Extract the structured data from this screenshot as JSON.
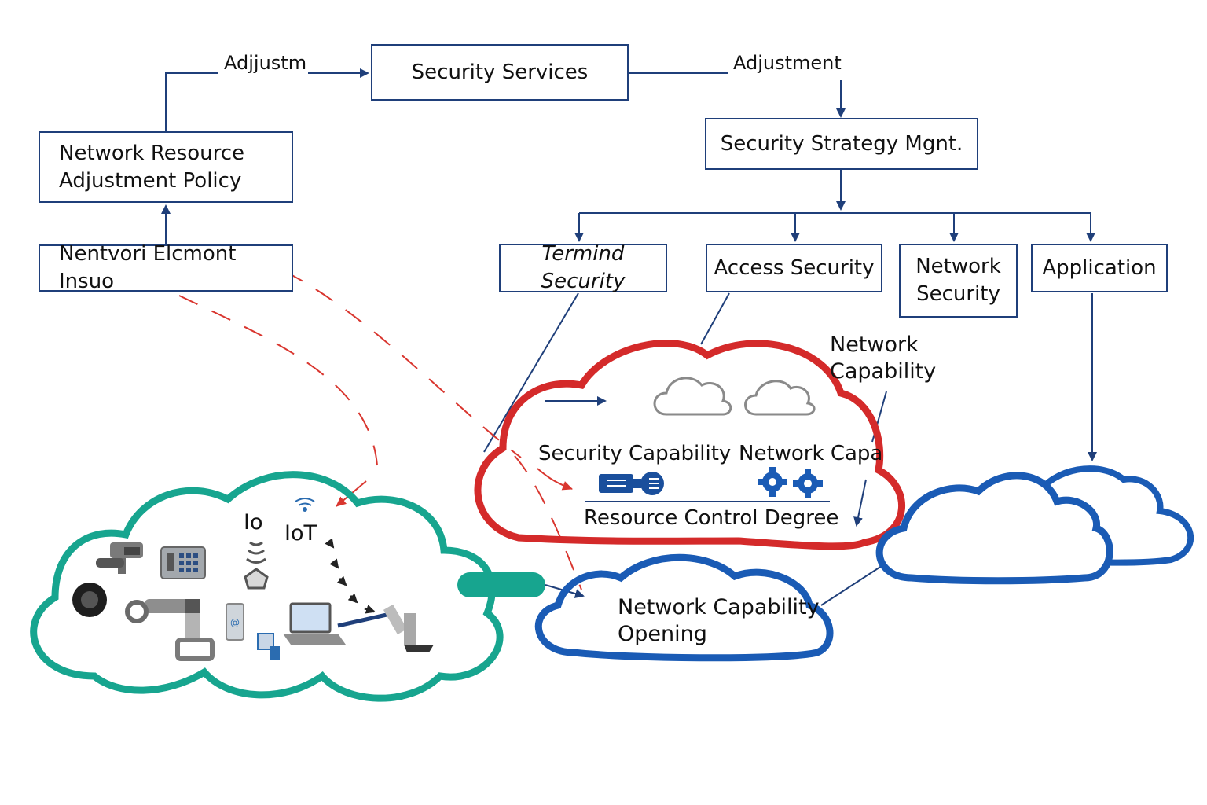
{
  "labels": {
    "adjust_left": "Adjjustm",
    "adjust_right": "Adjustment",
    "network_capability": "Network\nCapability",
    "security_capability": "Security Capability",
    "network_capa_inner": "Network Capa",
    "resource_control_degree": "Resource Control Degree",
    "io": "Io",
    "iot": "IoT",
    "network_capability_opening": "Network Capability\nOpening"
  },
  "boxes": {
    "security_services": "Security Services",
    "security_strategy": "Security Strategy Mgnt.",
    "network_resource_policy": "Network Resource\nAdjustment Policy",
    "network_element_insuo": "Nentvori Elcmont Insuo",
    "terminal_security": "Termind Security",
    "access_security": "Access Security",
    "network_security": "Network\nSecurity",
    "application": "Application"
  },
  "colors": {
    "box_border": "#1f3f7a",
    "arrow": "#1f3f7a",
    "red_cloud": "#d42a2a",
    "blue_cloud": "#1a5bb5",
    "teal_cloud": "#17a58f",
    "dashed_red": "#d9362f",
    "gray_icon": "#8a8a8a"
  },
  "icons": [
    "camera-icon",
    "keypad-icon",
    "robot-arm-icon",
    "laptop-icon",
    "wifi-icon",
    "gear-icon",
    "toggle-icon",
    "tablet-icon",
    "sensor-icon",
    "drone-arm-icon"
  ]
}
